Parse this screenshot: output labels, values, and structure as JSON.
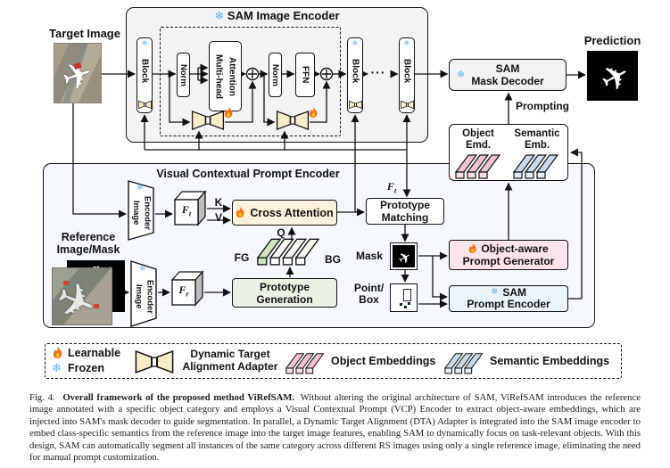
{
  "icons": {
    "snowflake": "❄",
    "ellipsis": "···",
    "plane": "✈"
  },
  "colors": {
    "encoder_bg": "#f3f3f5",
    "vcp_bg": "#f5f8fc",
    "cross_attention_bg": "#fdf3da",
    "prototype_generation_bg": "#eaf2e6",
    "opg_bg": "#fce4eb",
    "spe_bg": "#ebf4fa",
    "adapter_fill": "#f7ecca",
    "object_bar": "#f2c3d2",
    "semantic_bar": "#c9d9e8",
    "fg_bar": "#cfe4c5",
    "snowflake_blue": "#6db3e8",
    "flame_orange": "#f26f21"
  },
  "top": {
    "target_image_label": "Target Image",
    "prediction_label": "Prediction",
    "prompting_label": "Prompting"
  },
  "sam_image_encoder": {
    "title": "SAM Image Encoder",
    "block_label": "Block",
    "norm_label": "Norm",
    "mha_lines": [
      "Multi-head",
      "Attention"
    ],
    "ffn_label": "FFN"
  },
  "mask_decoder": {
    "lines": [
      "SAM",
      "Mask Decoder"
    ]
  },
  "embeddings": {
    "object_lines": [
      "Object",
      "Emd."
    ],
    "semantic_lines": [
      "Semantic",
      "Emb."
    ]
  },
  "vcp": {
    "title": "Visual Contextual Prompt Encoder",
    "image_encoder_lines": [
      "Image",
      "Encoder"
    ],
    "reference_lines": [
      "Reference",
      "Image/Mask"
    ],
    "f_t": {
      "base": "F",
      "sub": "t"
    },
    "f_r": {
      "base": "F",
      "sub": "r"
    },
    "k": "K",
    "v": "V",
    "q": "Q",
    "fg": "FG",
    "bg": "BG",
    "cross_attention": "Cross Attention",
    "prototype_generation_lines": [
      "Prototype",
      "Generation"
    ],
    "prototype_matching_lines": [
      "Prototype",
      "Matching"
    ],
    "mask_label": "Mask",
    "point_box_lines": [
      "Point/",
      "Box"
    ],
    "opg_lines": [
      "Object-aware",
      "Prompt Generator"
    ],
    "spe_lines": [
      "SAM",
      "Prompt Encoder"
    ]
  },
  "legend": {
    "learnable": "Learnable",
    "frozen": "Frozen",
    "adapter_lines": [
      "Dynamic Target",
      "Alignment Adapter"
    ],
    "object_embeddings": "Object Embeddings",
    "semantic_embeddings": "Semantic Embeddings"
  },
  "caption": {
    "prefix": "Fig. 4.",
    "bold": "Overall framework of the proposed method ViRefSAM.",
    "body": "Without altering the original architecture of SAM, ViRefSAM introduces the reference image annotated with a specific object category and employs a Visual Contextual Prompt (VCP) Encoder to extract object-aware embeddings, which are injected into SAM's mask decoder to guide segmentation. In parallel, a Dynamic Target Alignment (DTA) Adapter is integrated into the SAM image encoder to embed class-specific semantics from the reference image into the target image features, enabling SAM to dynamically focus on task-relevant objects. With this design, SAM can automatically segment all instances of the same category across different RS images using only a single reference image, eliminating the need for manual prompt customization."
  }
}
